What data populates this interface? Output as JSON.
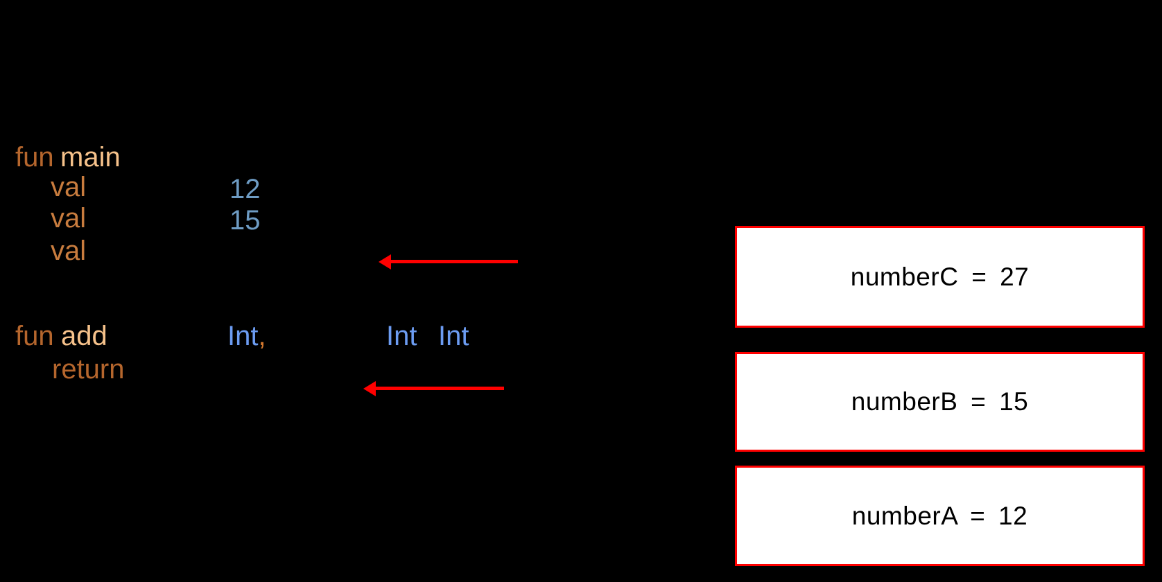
{
  "slide": {
    "background_color": "#000000"
  },
  "code": {
    "fun_main": {
      "keyword": "fun",
      "name": "main"
    },
    "val_line_a": {
      "keyword": "val",
      "value": "12"
    },
    "val_line_b": {
      "keyword": "val",
      "value": "15"
    },
    "val_line_c": {
      "keyword": "val"
    },
    "fun_add": {
      "keyword": "fun",
      "name": "add",
      "param_type_1": "Int",
      "comma": ",",
      "param_type_2": "Int",
      "return_type": "Int"
    },
    "return_line": {
      "keyword": "return"
    },
    "colors": {
      "keyword_brown_orange": "#B5662D",
      "val_orange": "#C87C3E",
      "function_name_tan": "#F6C28B",
      "number_steel_blue": "#6E9CC4",
      "type_cornflower_blue": "#6C9CF2",
      "comma_orange": "#D4782E"
    }
  },
  "arrows": {
    "color": "#FF0000",
    "direction": "left"
  },
  "stack": {
    "border_color": "#FF0000",
    "fill_color": "#FFFFFF",
    "text_color": "#000000",
    "boxes": [
      {
        "label": "numberC = 27"
      },
      {
        "label": "numberB = 15"
      },
      {
        "label": "numberA = 12"
      }
    ]
  }
}
